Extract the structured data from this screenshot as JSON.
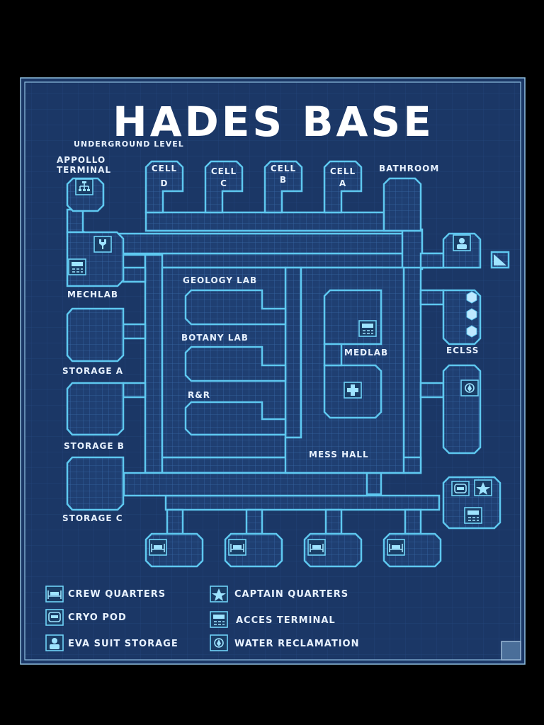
{
  "title": "HADES BASE",
  "subtitle": "UNDERGROUND LEVEL",
  "rooms": {
    "appollo_terminal": [
      "APPOLLO",
      "TERMINAL"
    ],
    "cell_d": [
      "CELL",
      "D"
    ],
    "cell_c": [
      "CELL",
      "C"
    ],
    "cell_b": [
      "CELL",
      "B"
    ],
    "cell_a": [
      "CELL",
      "A"
    ],
    "bathroom": "BATHROOM",
    "mechlab": "MECHLAB",
    "geology_lab": "GEOLOGY LAB",
    "botany_lab": "BOTANY LAB",
    "rr": "R&R",
    "medlab": "MEDLAB",
    "eclss": "ECLSS",
    "storage_a": "STORAGE A",
    "storage_b": "STORAGE B",
    "storage_c": "STORAGE C",
    "mess_hall": "MESS HALL"
  },
  "legend": [
    {
      "icon": "crew-quarters-icon",
      "label": "CREW QUARTERS"
    },
    {
      "icon": "captain-quarters-icon",
      "label": "CAPTAIN QUARTERS"
    },
    {
      "icon": "cryo-pod-icon",
      "label": "CRYO POD"
    },
    {
      "icon": "access-terminal-icon",
      "label": "ACCES TERMINAL"
    },
    {
      "icon": "eva-suit-storage-icon",
      "label": "EVA SUIT STORAGE"
    },
    {
      "icon": "water-reclamation-icon",
      "label": "WATER RECLAMATION"
    }
  ],
  "colors": {
    "background": "#000000",
    "panel": "#1b3766",
    "outline": "#5ec8f0",
    "grid": "#2b5590",
    "text": "#e8f2ff"
  }
}
